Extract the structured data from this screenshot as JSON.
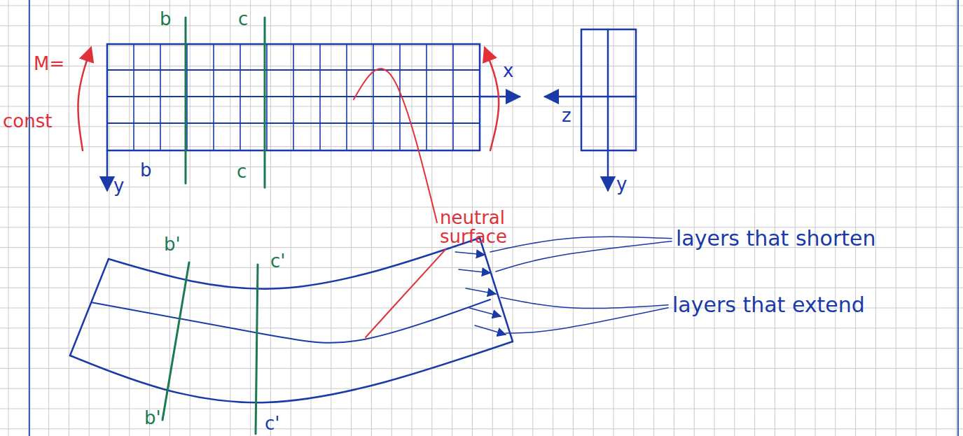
{
  "diagram": {
    "labels": [
      "b",
      "c",
      "b",
      "c",
      "M=",
      "const",
      "x",
      "y",
      "z",
      "y",
      "b'",
      "c'",
      "b'",
      "c'",
      "neutral surface",
      "layers that shorten",
      "layers that extend"
    ]
  }
}
